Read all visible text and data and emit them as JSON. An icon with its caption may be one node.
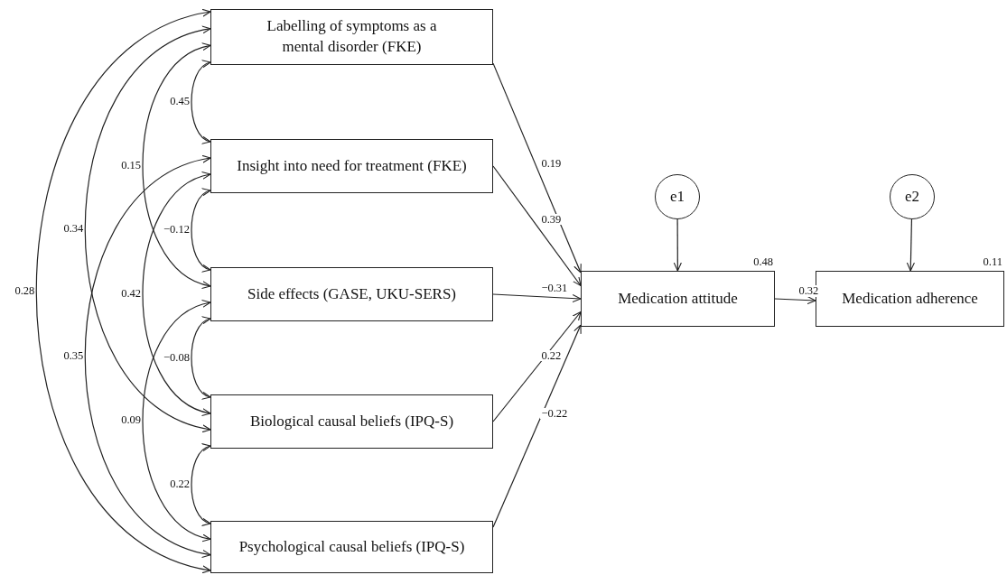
{
  "diagram": {
    "nodes": [
      {
        "text": [
          "Labelling of symptoms as a mental disorder (FKE)"
        ]
      },
      {
        "text": [
          "Insight into need for treatment (FKE)"
        ]
      },
      {
        "text": [
          "Side effects (GASE, UKU-SERS)"
        ]
      },
      {
        "text": [
          "Biological causal beliefs (IPQ-S)"
        ]
      },
      {
        "text": [
          "Psychological causal beliefs (IPQ-S)"
        ]
      },
      {
        "text": [
          "e1"
        ]
      },
      {
        "text": [
          "Medication attitude"
        ],
        "beside": [
          "0.48"
        ]
      },
      {
        "text": [
          "e2"
        ]
      },
      {
        "text": [
          "Medication adherence"
        ],
        "beside": [
          "0.11"
        ]
      }
    ],
    "edges": [
      {
        "from": 0,
        "to": 1,
        "arrow": "both",
        "label": "0.45"
      },
      {
        "from": 0,
        "to": 2,
        "arrow": "both",
        "label": "0.15"
      },
      {
        "from": 0,
        "to": 3,
        "arrow": "both",
        "label": "0.34"
      },
      {
        "from": 0,
        "to": 4,
        "arrow": "both",
        "label": "0.28"
      },
      {
        "from": 1,
        "to": 2,
        "arrow": "both",
        "label": "−0.12"
      },
      {
        "from": 1,
        "to": 3,
        "arrow": "both",
        "label": "0.42"
      },
      {
        "from": 1,
        "to": 4,
        "arrow": "both",
        "label": "0.35"
      },
      {
        "from": 2,
        "to": 3,
        "arrow": "both",
        "label": "−0.08"
      },
      {
        "from": 2,
        "to": 4,
        "arrow": "both",
        "label": "0.09"
      },
      {
        "from": 3,
        "to": 4,
        "arrow": "both",
        "label": "0.22"
      },
      {
        "from": 0,
        "to": 6,
        "arrow": "to",
        "label": "0.19"
      },
      {
        "from": 1,
        "to": 6,
        "arrow": "to",
        "label": "0.39"
      },
      {
        "from": 2,
        "to": 6,
        "arrow": "to",
        "label": "−0.31"
      },
      {
        "from": 3,
        "to": 6,
        "arrow": "to",
        "label": "0.22"
      },
      {
        "from": 4,
        "to": 6,
        "arrow": "to",
        "label": "−0.22"
      },
      {
        "from": 5,
        "to": 6,
        "arrow": "to"
      },
      {
        "from": 7,
        "to": 8,
        "arrow": "to"
      },
      {
        "from": 6,
        "to": 8,
        "arrow": "to",
        "label": "0.32"
      }
    ]
  }
}
